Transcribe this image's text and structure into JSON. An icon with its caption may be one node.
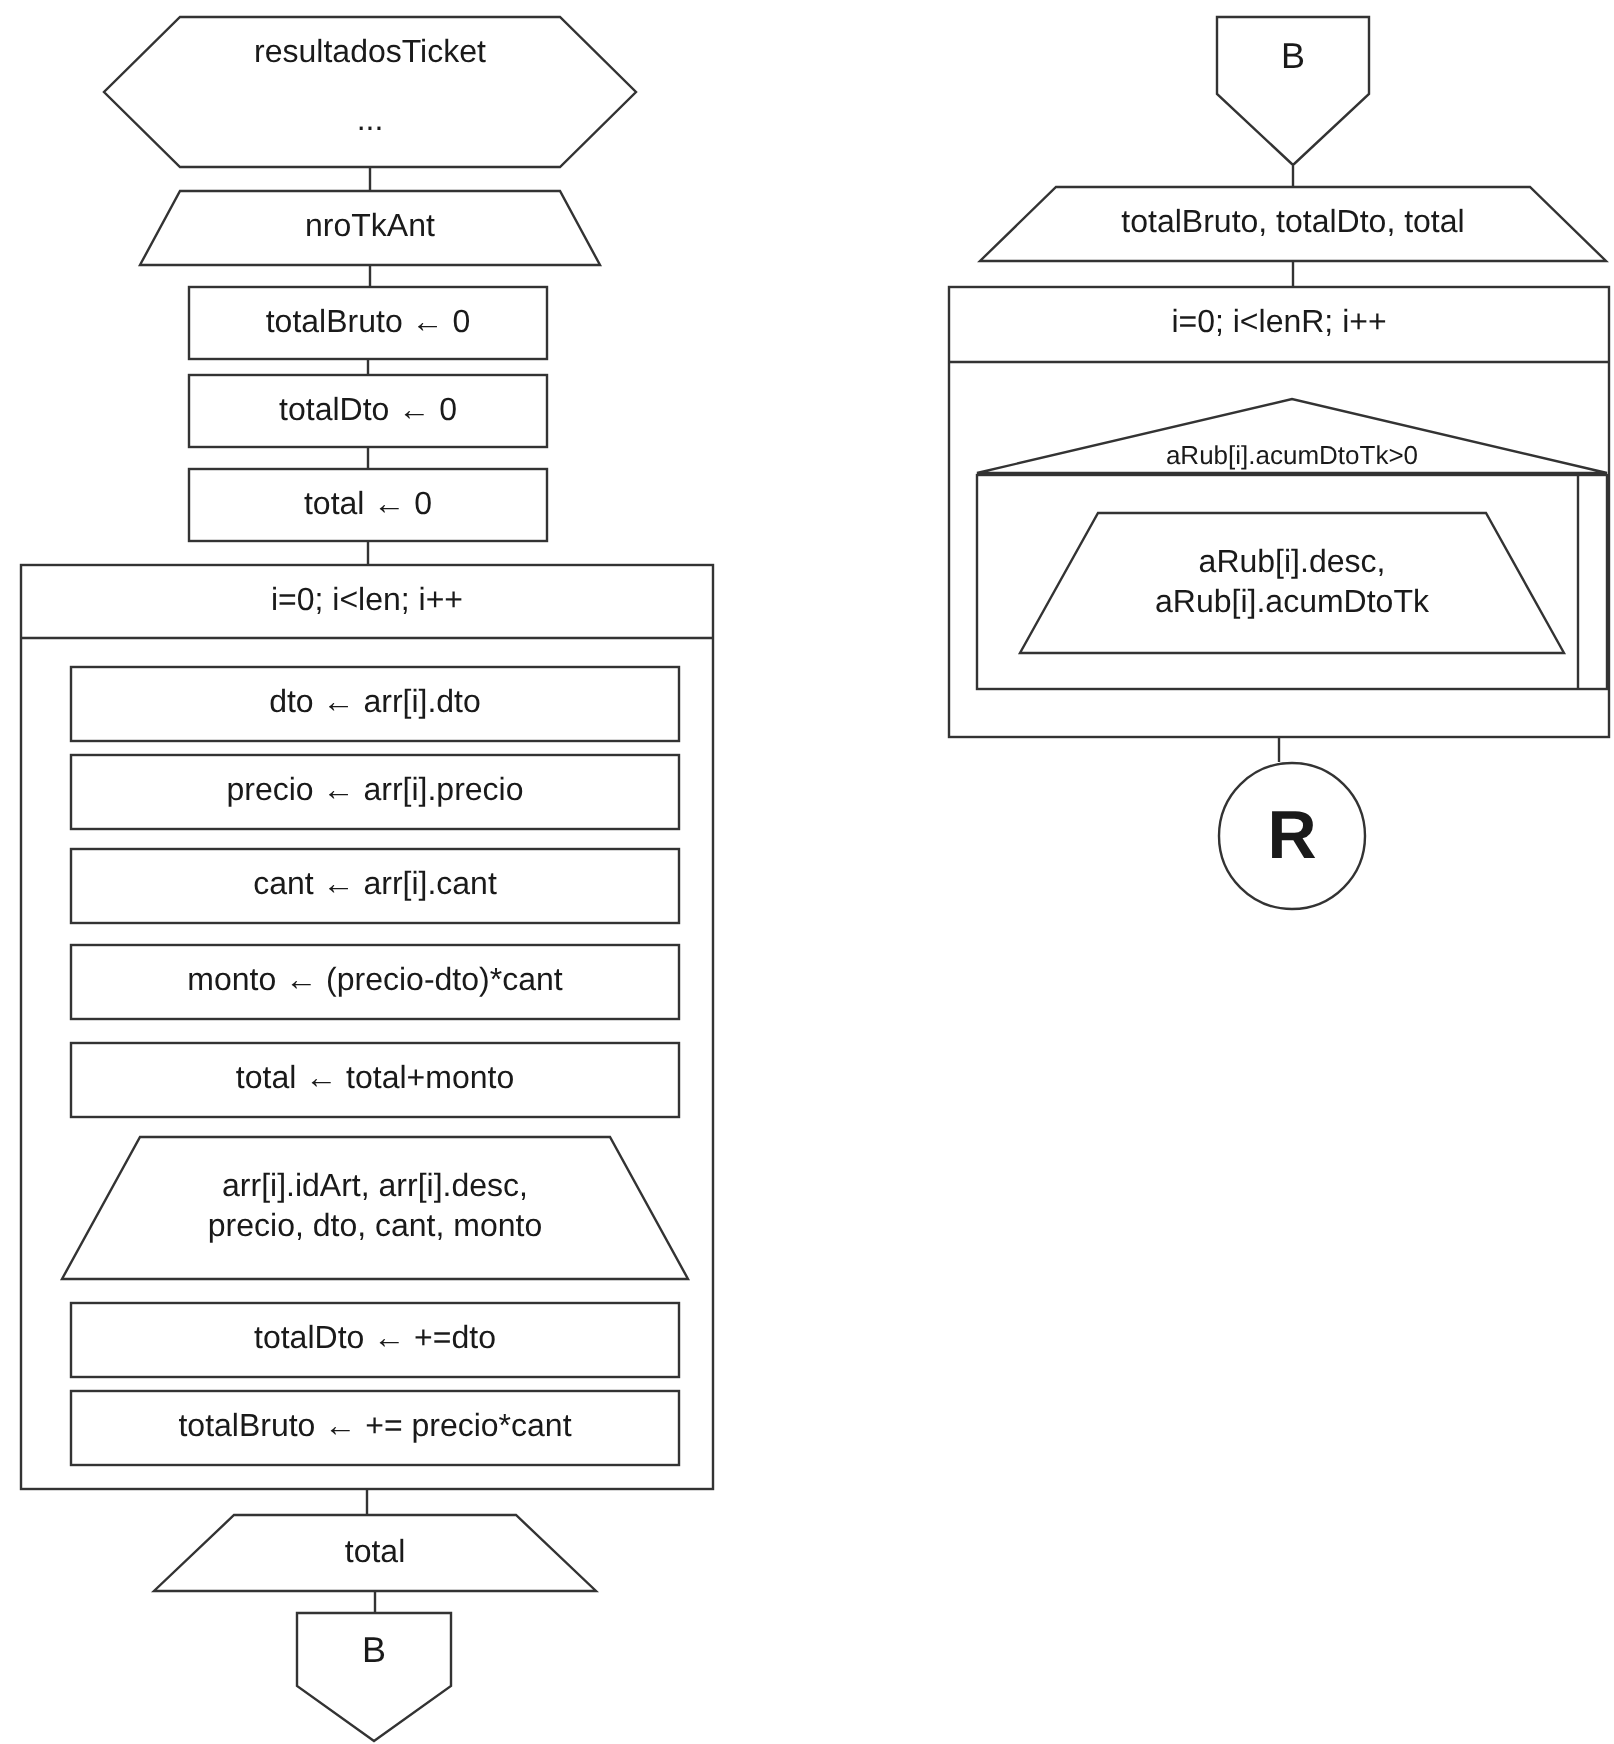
{
  "diagram": {
    "nodes": [
      {
        "text": [
          "resultadosTicket",
          "..."
        ]
      },
      {
        "text": [
          "nroTkAnt"
        ]
      },
      {
        "text": [
          "totalBruto ← 0"
        ]
      },
      {
        "text": [
          "totalDto ← 0"
        ]
      },
      {
        "text": [
          "total ← 0"
        ]
      },
      {
        "text": [
          "i=0; i<len; i++"
        ]
      },
      {
        "text": [
          "dto ← arr[i].dto"
        ],
        "in": 5
      },
      {
        "text": [
          "precio ← arr[i].precio"
        ],
        "in": 5
      },
      {
        "text": [
          "cant ← arr[i].cant"
        ],
        "in": 5
      },
      {
        "text": [
          "monto ← (precio-dto)*cant"
        ],
        "in": 5
      },
      {
        "text": [
          "total ← total+monto"
        ],
        "in": 5
      },
      {
        "text": [
          "arr[i].idArt, arr[i].desc, precio, dto, cant, monto"
        ],
        "in": 5
      },
      {
        "text": [
          "totalDto ← +=dto"
        ],
        "in": 5
      },
      {
        "text": [
          "totalBruto ← += precio*cant"
        ],
        "in": 5
      },
      {
        "text": [
          "total"
        ]
      },
      {
        "text": [
          "B"
        ]
      },
      {
        "text": [
          "B"
        ]
      },
      {
        "text": [
          "totalBruto, totalDto, total"
        ]
      },
      {
        "text": [
          "i=0; i<lenR; i++"
        ]
      },
      {
        "text": [
          "aRub[i].acumDtoTk>0"
        ],
        "in": 18
      },
      {
        "text": [],
        "shape": "box",
        "in": 18
      },
      {
        "text": [
          "aRub[i].desc, aRub[i].acumDtoTk"
        ],
        "in": 20
      },
      {
        "text": [
          "R"
        ]
      }
    ],
    "edges": [
      {
        "from": 0,
        "to": 1,
        "arrow": "none"
      },
      {
        "from": 1,
        "to": 2,
        "arrow": "none"
      },
      {
        "from": 2,
        "to": 3,
        "arrow": "none"
      },
      {
        "from": 3,
        "to": 4,
        "arrow": "none"
      },
      {
        "from": 4,
        "to": 5,
        "arrow": "none"
      },
      {
        "from": 5,
        "to": 14,
        "arrow": "none"
      },
      {
        "from": 14,
        "to": 15,
        "arrow": "none"
      },
      {
        "from": 16,
        "to": 17,
        "arrow": "none"
      },
      {
        "from": 17,
        "to": 18,
        "arrow": "none"
      },
      {
        "from": 18,
        "to": 22,
        "arrow": "none"
      }
    ]
  }
}
